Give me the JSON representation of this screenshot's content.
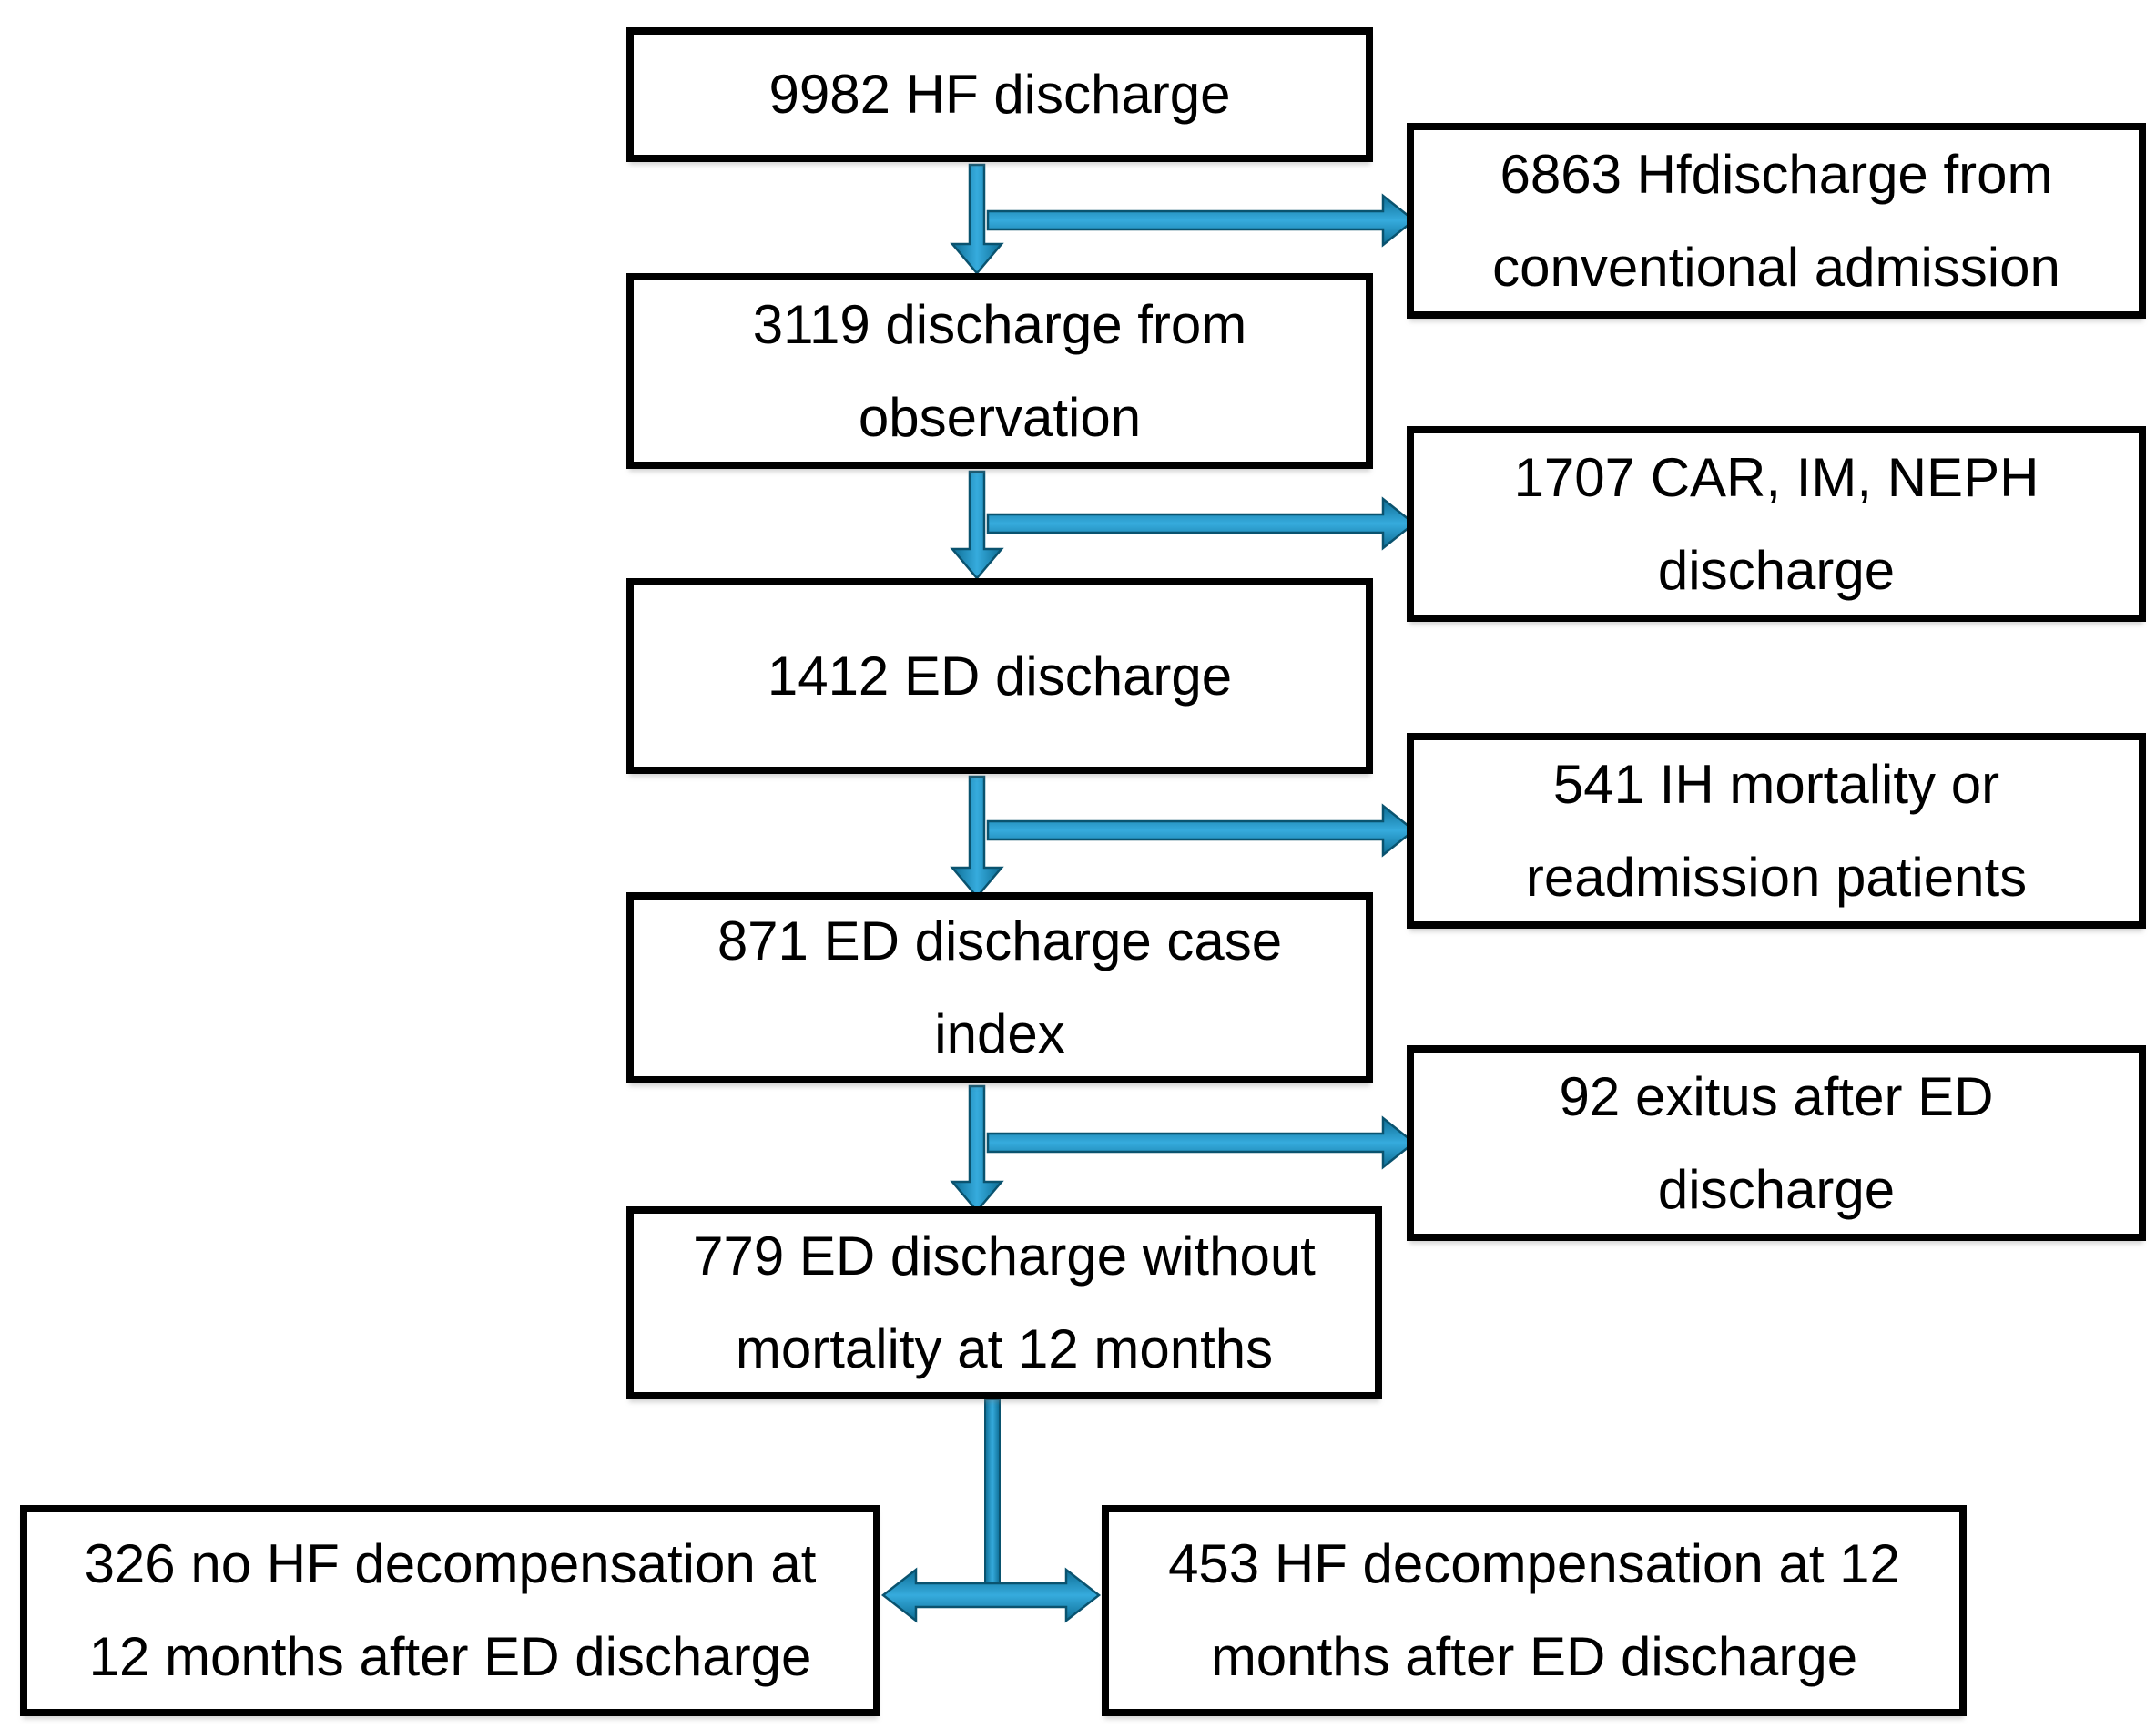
{
  "diagram": {
    "type": "patient-flow-chart",
    "background_color": "#ffffff",
    "box_border_color": "#000000",
    "arrow_fill_color": "#1e97c9",
    "arrow_edge_color": "#0a536f",
    "main_boxes": [
      {
        "id": "hf-discharge",
        "label": "9982 HF discharge"
      },
      {
        "id": "observation-discharge",
        "label": "3119 discharge from\nobservation"
      },
      {
        "id": "ed-discharge",
        "label": "1412 ED discharge"
      },
      {
        "id": "ed-discharge-case-index",
        "label": "871 ED discharge case\nindex"
      },
      {
        "id": "ed-discharge-without-mortality",
        "label": "779 ED discharge without\nmortality at 12 months"
      }
    ],
    "side_boxes": [
      {
        "id": "conventional-admission",
        "label": "6863 Hfdischarge from\nconventional admission"
      },
      {
        "id": "car-im-neph-discharge",
        "label": "1707 CAR, IM, NEPH\ndischarge"
      },
      {
        "id": "ih-mortality-readmission",
        "label": "541 IH mortality or\nreadmission patients"
      },
      {
        "id": "exitus-after-ed-discharge",
        "label": "92 exitus after ED\ndischarge"
      }
    ],
    "outcome_boxes": [
      {
        "id": "no-hf-decompensation",
        "label": "326 no HF decompensation at\n12 months after ED discharge"
      },
      {
        "id": "hf-decompensation",
        "label": "453 HF decompensation at 12\nmonths after ED discharge"
      }
    ]
  }
}
